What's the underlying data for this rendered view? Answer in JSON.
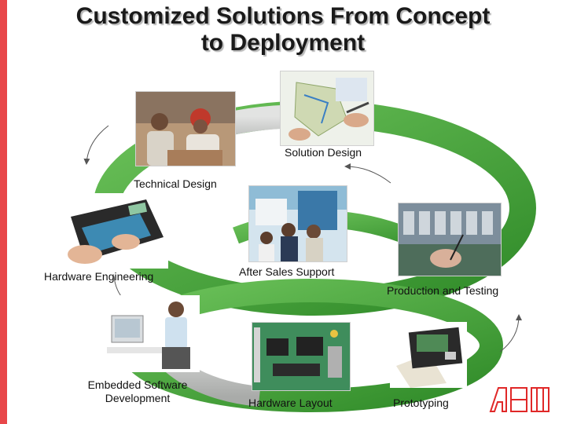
{
  "title": {
    "line1": "Customized Solutions From Concept",
    "line2": "to Deployment"
  },
  "colors": {
    "accent_bar": "#e8474a",
    "ring_green": "#4aa83a",
    "ring_grey": "#c7c9c7",
    "logo_red": "#e02828"
  },
  "stages": [
    {
      "label": "Solution Design",
      "icon": "map-planning-photo"
    },
    {
      "label": "Technical Design",
      "icon": "meeting-photo"
    },
    {
      "label": "Hardware Engineering",
      "icon": "keyboard-device-photo"
    },
    {
      "label": "Embedded Software Development",
      "line1": "Embedded Software",
      "line2": "Development",
      "icon": "engineer-at-workstation-photo"
    },
    {
      "label": "Hardware Layout",
      "icon": "circuit-board-photo"
    },
    {
      "label": "Prototyping",
      "icon": "prototype-module-photo"
    },
    {
      "label": "Production and Testing",
      "icon": "assembly-line-photo"
    },
    {
      "label": "After Sales Support",
      "icon": "trade-show-photo"
    }
  ]
}
